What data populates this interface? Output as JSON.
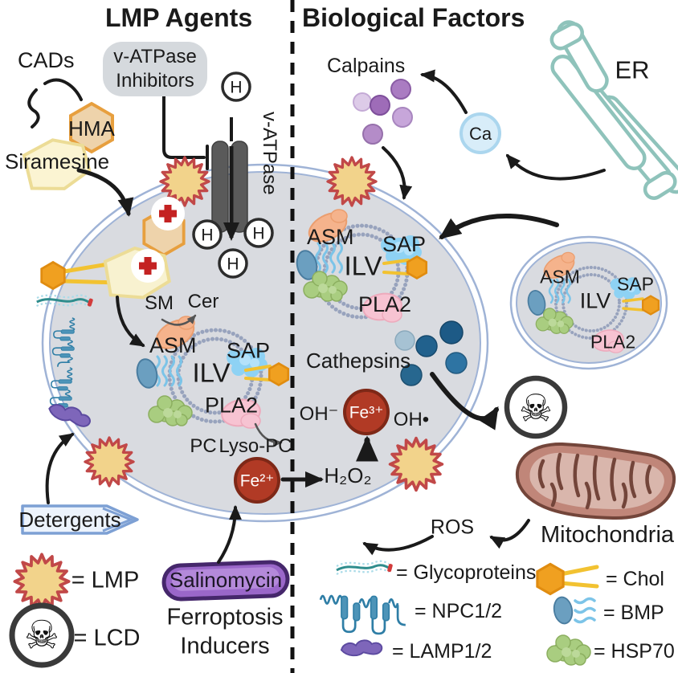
{
  "titles": {
    "left": "LMP Agents",
    "right": "Biological Factors"
  },
  "left": {
    "cads": "CADs",
    "hma": "HMA",
    "siramesine": "Siramesine",
    "vatpase_inhibitors": [
      "v-ATPase",
      "Inhibitors"
    ],
    "vatpase_pump": "v-ATPase",
    "proton": "H",
    "sm": "SM",
    "cer": "Cer",
    "asm": "ASM",
    "ilv": "ILV",
    "sap": "SAP",
    "pla2": "PLA2",
    "pc": "PC",
    "lyso_pc": "Lyso-PC",
    "fe2": "Fe²⁺",
    "detergents": "Detergents",
    "salinomycin": "Salinomycin",
    "ferroptosis": [
      "Ferroptosis",
      "Inducers"
    ]
  },
  "right": {
    "calpains": "Calpains",
    "ca": "Ca",
    "er": "ER",
    "asm": "ASM",
    "ilv": "ILV",
    "sap": "SAP",
    "pla2": "PLA2",
    "cathepsins": "Cathepsins",
    "oh_minus": "OH⁻",
    "fe3": "Fe³⁺",
    "oh_radical": "OH•",
    "h2o2": "H₂O₂",
    "ros": "ROS",
    "mitochondria": "Mitochondria",
    "mini": {
      "asm": "ASM",
      "ilv": "ILV",
      "sap": "SAP",
      "pla2": "PLA2"
    }
  },
  "legend": {
    "lmp": "= LMP",
    "lcd": "= LCD",
    "skull": "☠",
    "glycoproteins": "= Glycoproteins",
    "npc": "= NPC1/2",
    "lamp": "= LAMP1/2",
    "chol": "= Chol",
    "bmp": "= BMP",
    "hsp70": "= HSP70"
  },
  "colors": {
    "lmp_star_fill": "#f2d38b",
    "lmp_star_border": "#c14848",
    "lysosome_fill": "#d9dbe0",
    "membrane": "#9fb3d6",
    "iron": "#b13a25",
    "salinomycin": "#9a67c9",
    "er": "#8fc3bb",
    "mitochondria": "#c08679",
    "calpain": "#9e6cb8",
    "cathepsin": "#21618d",
    "ca_fill": "#d8edf9"
  }
}
